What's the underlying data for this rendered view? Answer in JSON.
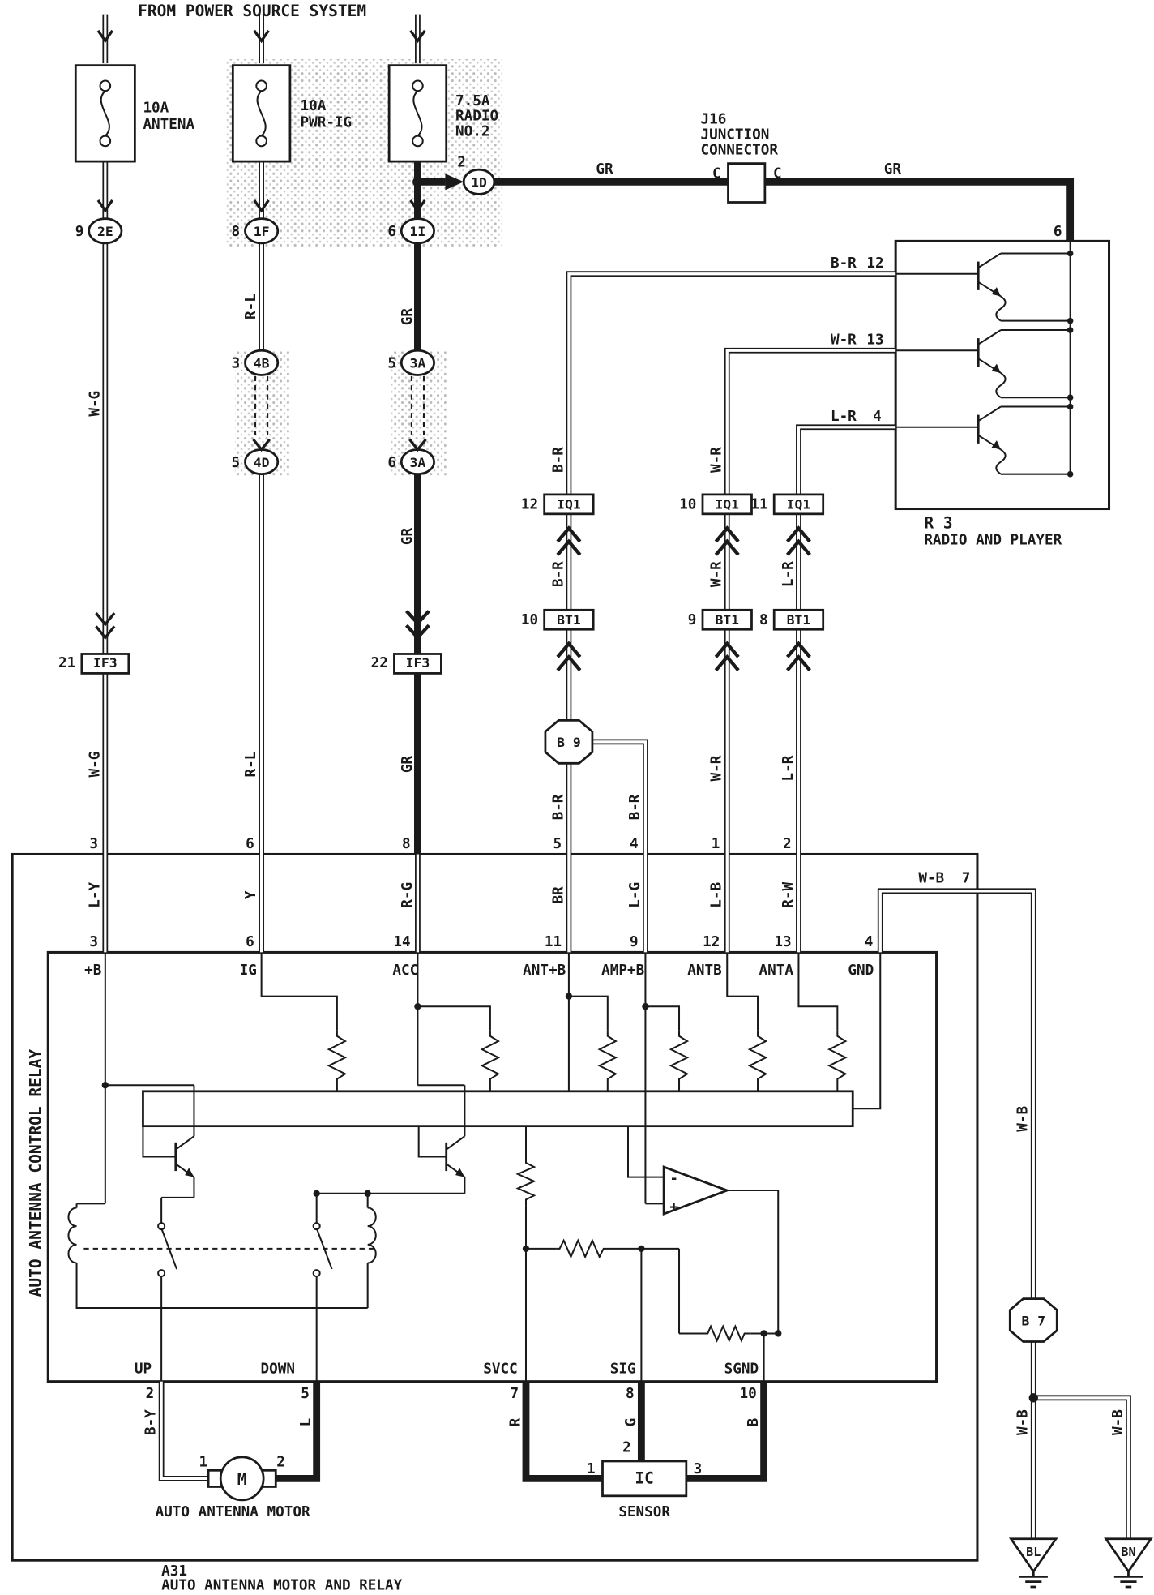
{
  "header": {
    "power_source": "FROM POWER SOURCE SYSTEM"
  },
  "fuses": {
    "antena": {
      "rating": "10A",
      "name": "ANTENA"
    },
    "pwr_ig": {
      "rating": "10A",
      "name": "PWR-IG"
    },
    "radio": {
      "rating": "7.5A",
      "name": "RADIO",
      "name2": "NO.2"
    }
  },
  "connectors": {
    "c2e": {
      "pin": "9",
      "id": "2E"
    },
    "c1f": {
      "pin": "8",
      "id": "1F"
    },
    "c1i": {
      "pin": "6",
      "id": "1I"
    },
    "c1d": {
      "pin": "2",
      "id": "1D"
    },
    "c4b": {
      "pin": "3",
      "id": "4B"
    },
    "c4d": {
      "pin": "5",
      "id": "4D"
    },
    "c3a_up": {
      "pin": "5",
      "id": "3A"
    },
    "c3a_dn": {
      "pin": "6",
      "id": "3A"
    },
    "if3_l": {
      "pin": "21",
      "id": "IF3"
    },
    "if3_r": {
      "pin": "22",
      "id": "IF3"
    },
    "iq1_a": {
      "pin": "12",
      "id": "IQ1"
    },
    "iq1_b": {
      "pin": "10",
      "id": "IQ1"
    },
    "iq1_c": {
      "pin": "11",
      "id": "IQ1"
    },
    "bt1_a": {
      "pin": "10",
      "id": "BT1"
    },
    "bt1_b": {
      "pin": "9",
      "id": "BT1"
    },
    "bt1_c": {
      "pin": "8",
      "id": "BT1"
    },
    "b9": "B 9",
    "b7": "B 7"
  },
  "j16": {
    "id": "J16",
    "line1": "JUNCTION",
    "line2": "CONNECTOR",
    "c_left": "C",
    "c_right": "C"
  },
  "radio_player": {
    "id": "R 3",
    "name": "RADIO AND PLAYER",
    "pin_top": "6",
    "pin_br": "12",
    "pin_wr": "13",
    "pin_lr": "4",
    "wire_br": "B-R",
    "wire_wr": "W-R",
    "wire_lr": "L-R"
  },
  "wires": {
    "gr1": "GR",
    "gr2": "GR",
    "wg_up": "W-G",
    "wg_dn": "W-G",
    "rl_up": "R-L",
    "rl_dn": "R-L",
    "gr_v1": "GR",
    "gr_v2": "GR",
    "gr_v3": "GR",
    "br_v1": "B-R",
    "br_v2": "B-R",
    "br_v3": "B-R",
    "br_v4": "B-R",
    "wr_v1": "W-R",
    "wr_v2": "W-R",
    "wr_v3": "W-R",
    "lr_v1": "L-R",
    "lr_v2": "L-R",
    "wb_top": "W-B",
    "wb_v1": "W-B",
    "wb_v2": "W-B",
    "wb_v3": "W-B",
    "ly": "L-Y",
    "y": "Y",
    "rg": "R-G",
    "br_in": "BR",
    "lg": "L-G",
    "lb": "L-B",
    "rw": "R-W",
    "by": "B-Y",
    "l": "L",
    "r": "R",
    "g": "G",
    "b": "B"
  },
  "relay": {
    "side_label": "AUTO ANTENNA CONTROL RELAY",
    "code": "A31",
    "name": "AUTO ANTENNA MOTOR AND RELAY",
    "outer_top": {
      "p3": "3",
      "p6": "6",
      "p8": "8",
      "p5": "5",
      "p4": "4",
      "p1": "1",
      "p2": "2",
      "p7": "7"
    },
    "inner_top": {
      "p3": "3",
      "p6": "6",
      "p14": "14",
      "p11": "11",
      "p9": "9",
      "p12": "12",
      "p13": "13",
      "p4": "4"
    },
    "pins_top": {
      "b": "+B",
      "ig": "IG",
      "acc": "ACC",
      "antb_plus": "ANT+B",
      "ampb": "AMP+B",
      "antb": "ANTB",
      "anta": "ANTA",
      "gnd": "GND"
    },
    "pins_bottom": {
      "up": "UP",
      "down": "DOWN",
      "svcc": "SVCC",
      "sig": "SIG",
      "sgnd": "SGND"
    },
    "outer_bottom": {
      "p2": "2",
      "p5": "5",
      "p7": "7",
      "p8": "8",
      "p10": "10"
    },
    "opamp": {
      "minus": "-",
      "plus": "+"
    }
  },
  "motor": {
    "pin1": "1",
    "pin2": "2",
    "symbol": "M",
    "name": "AUTO ANTENNA MOTOR"
  },
  "sensor": {
    "pin1": "1",
    "pin2": "2",
    "pin3": "3",
    "symbol": "IC",
    "name": "SENSOR"
  },
  "grounds": {
    "bl": "BL",
    "bn": "BN"
  }
}
